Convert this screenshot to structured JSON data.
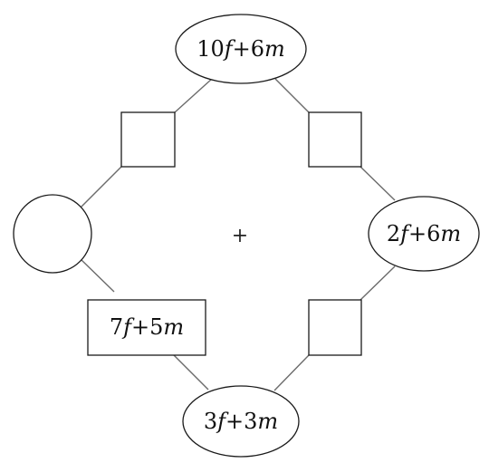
{
  "diagram": {
    "center_operator": "+",
    "nodes": {
      "top": {
        "shape": "ellipse",
        "label": [
          {
            "t": "10",
            "i": false
          },
          {
            "t": "f",
            "i": true
          },
          {
            "t": "+6",
            "i": false
          },
          {
            "t": "m",
            "i": true
          }
        ]
      },
      "upper_left": {
        "shape": "square",
        "label": []
      },
      "upper_right": {
        "shape": "square",
        "label": []
      },
      "left": {
        "shape": "circle",
        "label": []
      },
      "right": {
        "shape": "ellipse",
        "label": [
          {
            "t": "2",
            "i": false
          },
          {
            "t": "f",
            "i": true
          },
          {
            "t": "+6",
            "i": false
          },
          {
            "t": "m",
            "i": true
          }
        ]
      },
      "lower_left": {
        "shape": "rectangle",
        "label": [
          {
            "t": "7",
            "i": false
          },
          {
            "t": "f",
            "i": true
          },
          {
            "t": "+5",
            "i": false
          },
          {
            "t": "m",
            "i": true
          }
        ]
      },
      "lower_right": {
        "shape": "square",
        "label": []
      },
      "bottom": {
        "shape": "ellipse",
        "label": [
          {
            "t": "3",
            "i": false
          },
          {
            "t": "f",
            "i": true
          },
          {
            "t": "+3",
            "i": false
          },
          {
            "t": "m",
            "i": true
          }
        ]
      }
    }
  }
}
